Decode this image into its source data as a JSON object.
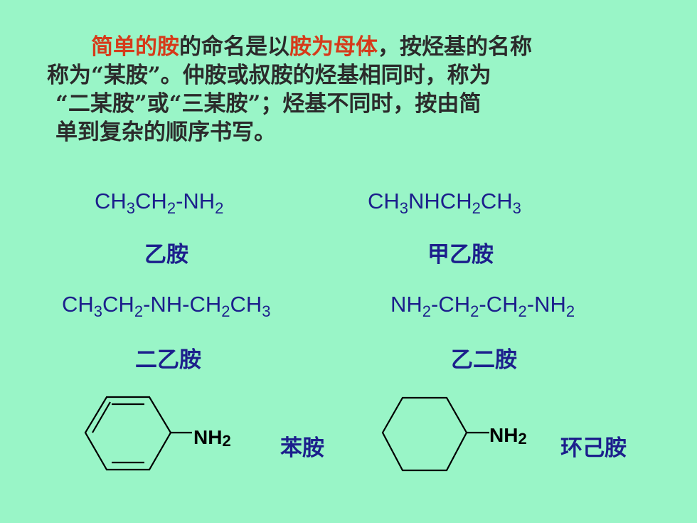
{
  "paragraph": {
    "line1_indent": "　　",
    "line1_red1": "简单的胺",
    "line1_text1": "的命名是以",
    "line1_red2": "胺为母体",
    "line1_text2": "，按烃基的名称",
    "line2": "称为“某胺”。仲胺或叔胺的烃基相同时，称为",
    "line3": "“二某胺”或“三某胺”；烃基不同时，按由简",
    "line4": "单到复杂的顺序书写。"
  },
  "examples": [
    {
      "formula_parts": [
        "CH",
        "3",
        "CH",
        "2",
        "-NH",
        "2"
      ],
      "name": "乙胺"
    },
    {
      "formula_parts": [
        "CH",
        "3",
        "NHCH",
        "2",
        "CH",
        "3"
      ],
      "name": "甲乙胺"
    },
    {
      "formula_parts": [
        "CH",
        "3",
        "CH",
        "2",
        "-NH-CH",
        "2",
        "CH",
        "3"
      ],
      "name": "二乙胺"
    },
    {
      "formula_parts": [
        "NH",
        "2",
        "-CH",
        "2",
        "-CH",
        "2",
        "-NH",
        "2"
      ],
      "name": "乙二胺"
    }
  ],
  "rings": [
    {
      "ring_type": "benzene",
      "substituent": "NH",
      "substituent_sub": "2",
      "name": "苯胺"
    },
    {
      "ring_type": "cyclohexane",
      "substituent": "NH",
      "substituent_sub": "2",
      "name": "环己胺"
    }
  ],
  "colors": {
    "background": "#99f5c7",
    "highlight": "#d63a1a",
    "formula": "#1c1f8c",
    "text": "#2b2b2b"
  }
}
